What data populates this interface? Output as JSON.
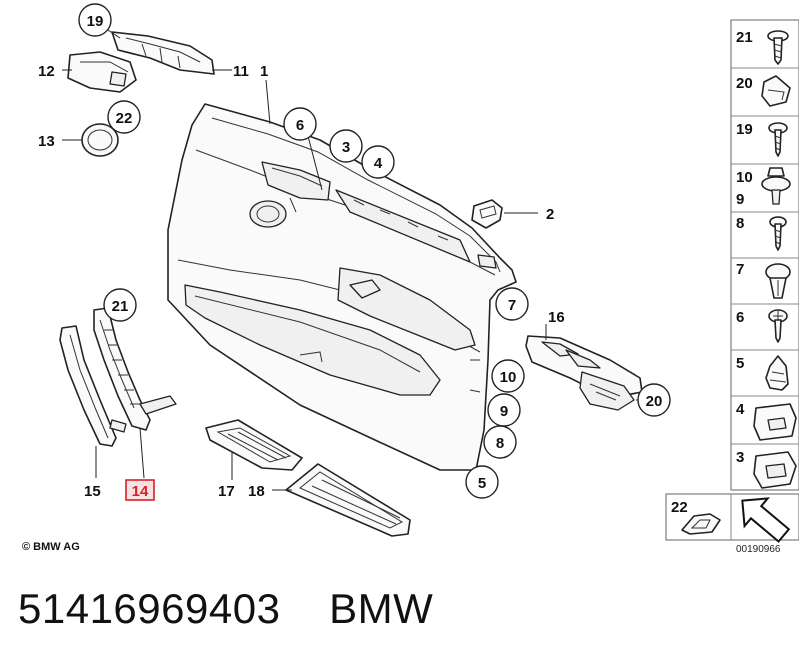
{
  "labels": {
    "l1": "1",
    "l2": "2",
    "l3": "3",
    "l4": "4",
    "l5": "5",
    "l6": "6",
    "l7": "7",
    "l8": "8",
    "l9": "9",
    "l10": "10",
    "l11": "11",
    "l12": "12",
    "l13": "13",
    "l14": "14",
    "l15": "15",
    "l16": "16",
    "l17": "17",
    "l18": "18",
    "l19": "19",
    "l20": "20",
    "l21": "21",
    "l22": "22"
  },
  "sidebar": {
    "s21": "21",
    "s20": "20",
    "s19": "19",
    "s10": "10",
    "s9": "9",
    "s8": "8",
    "s7": "7",
    "s6": "6",
    "s5": "5",
    "s4": "4",
    "s3": "3",
    "s22": "22"
  },
  "copyright": "© BMW AG",
  "diagram_number": "00190966",
  "footer": "51416969403    BMW",
  "colors": {
    "highlight": "#d8202a",
    "line": "#222222"
  }
}
